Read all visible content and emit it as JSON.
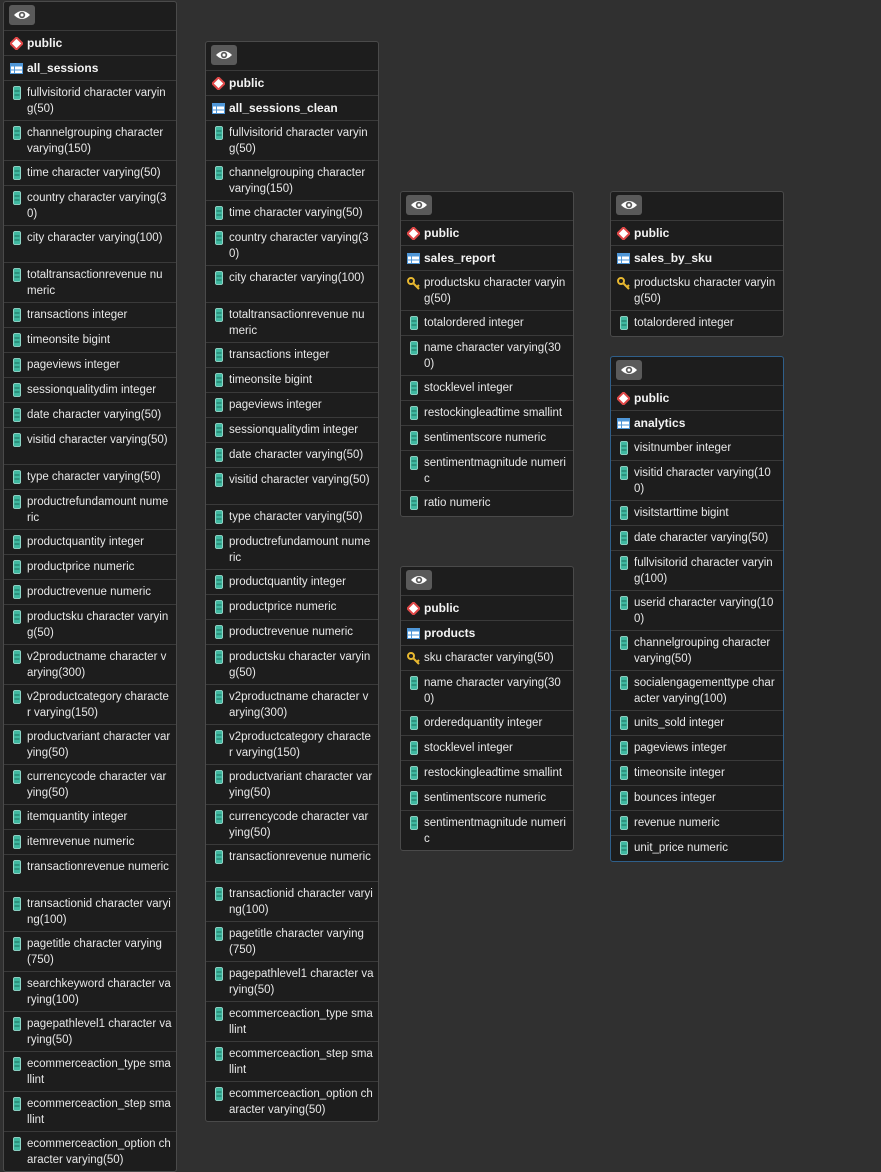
{
  "tables": [
    {
      "schema": "public",
      "name": "all_sessions",
      "columns": [
        {
          "text": "fullvisitorid character varying(50)",
          "icon": "column"
        },
        {
          "text": "channelgrouping character varying(150)",
          "icon": "column"
        },
        {
          "text": "time character varying(50)",
          "icon": "column"
        },
        {
          "text": "country character varying(30)",
          "icon": "column"
        },
        {
          "text": "city character varying(100)",
          "icon": "column"
        },
        {
          "text": "totaltransactionrevenue numeric",
          "icon": "column"
        },
        {
          "text": "transactions integer",
          "icon": "column"
        },
        {
          "text": "timeonsite bigint",
          "icon": "column"
        },
        {
          "text": "pageviews integer",
          "icon": "column"
        },
        {
          "text": "sessionqualitydim integer",
          "icon": "column"
        },
        {
          "text": "date character varying(50)",
          "icon": "column"
        },
        {
          "text": "visitid character varying(50)",
          "icon": "column"
        },
        {
          "text": "type character varying(50)",
          "icon": "column"
        },
        {
          "text": "productrefundamount numeric",
          "icon": "column"
        },
        {
          "text": "productquantity integer",
          "icon": "column"
        },
        {
          "text": "productprice numeric",
          "icon": "column"
        },
        {
          "text": "productrevenue numeric",
          "icon": "column"
        },
        {
          "text": "productsku character varying(50)",
          "icon": "column"
        },
        {
          "text": "v2productname character varying(300)",
          "icon": "column"
        },
        {
          "text": "v2productcategory character varying(150)",
          "icon": "column"
        },
        {
          "text": "productvariant character varying(50)",
          "icon": "column"
        },
        {
          "text": "currencycode character varying(50)",
          "icon": "column"
        },
        {
          "text": "itemquantity integer",
          "icon": "column"
        },
        {
          "text": "itemrevenue numeric",
          "icon": "column"
        },
        {
          "text": "transactionrevenue numeric",
          "icon": "column"
        },
        {
          "text": "transactionid character varying(100)",
          "icon": "column"
        },
        {
          "text": "pagetitle character varying(750)",
          "icon": "column"
        },
        {
          "text": "searchkeyword character varying(100)",
          "icon": "column"
        },
        {
          "text": "pagepathlevel1 character varying(50)",
          "icon": "column"
        },
        {
          "text": "ecommerceaction_type smallint",
          "icon": "column"
        },
        {
          "text": "ecommerceaction_step smallint",
          "icon": "column"
        },
        {
          "text": "ecommerceaction_option character varying(50)",
          "icon": "column"
        }
      ]
    },
    {
      "schema": "public",
      "name": "all_sessions_clean",
      "columns": [
        {
          "text": "fullvisitorid character varying(50)",
          "icon": "column"
        },
        {
          "text": "channelgrouping character varying(150)",
          "icon": "column"
        },
        {
          "text": "time character varying(50)",
          "icon": "column"
        },
        {
          "text": "country character varying(30)",
          "icon": "column"
        },
        {
          "text": "city character varying(100)",
          "icon": "column"
        },
        {
          "text": "totaltransactionrevenue numeric",
          "icon": "column"
        },
        {
          "text": "transactions integer",
          "icon": "column"
        },
        {
          "text": "timeonsite bigint",
          "icon": "column"
        },
        {
          "text": "pageviews integer",
          "icon": "column"
        },
        {
          "text": "sessionqualitydim integer",
          "icon": "column"
        },
        {
          "text": "date character varying(50)",
          "icon": "column"
        },
        {
          "text": "visitid character varying(50)",
          "icon": "column"
        },
        {
          "text": "type character varying(50)",
          "icon": "column"
        },
        {
          "text": "productrefundamount numeric",
          "icon": "column"
        },
        {
          "text": "productquantity integer",
          "icon": "column"
        },
        {
          "text": "productprice numeric",
          "icon": "column"
        },
        {
          "text": "productrevenue numeric",
          "icon": "column"
        },
        {
          "text": "productsku character varying(50)",
          "icon": "column"
        },
        {
          "text": "v2productname character varying(300)",
          "icon": "column"
        },
        {
          "text": "v2productcategory character varying(150)",
          "icon": "column"
        },
        {
          "text": "productvariant character varying(50)",
          "icon": "column"
        },
        {
          "text": "currencycode character varying(50)",
          "icon": "column"
        },
        {
          "text": "transactionrevenue numeric",
          "icon": "column"
        },
        {
          "text": "transactionid character varying(100)",
          "icon": "column"
        },
        {
          "text": "pagetitle character varying(750)",
          "icon": "column"
        },
        {
          "text": "pagepathlevel1 character varying(50)",
          "icon": "column"
        },
        {
          "text": "ecommerceaction_type smallint",
          "icon": "column"
        },
        {
          "text": "ecommerceaction_step smallint",
          "icon": "column"
        },
        {
          "text": "ecommerceaction_option character varying(50)",
          "icon": "column"
        }
      ]
    },
    {
      "schema": "public",
      "name": "sales_report",
      "columns": [
        {
          "text": "productsku character varying(50)",
          "icon": "key"
        },
        {
          "text": "totalordered integer",
          "icon": "column"
        },
        {
          "text": "name character varying(300)",
          "icon": "column"
        },
        {
          "text": "stocklevel integer",
          "icon": "column"
        },
        {
          "text": "restockingleadtime smallint",
          "icon": "column"
        },
        {
          "text": "sentimentscore numeric",
          "icon": "column"
        },
        {
          "text": "sentimentmagnitude numeric",
          "icon": "column"
        },
        {
          "text": "ratio numeric",
          "icon": "column"
        }
      ]
    },
    {
      "schema": "public",
      "name": "products",
      "columns": [
        {
          "text": "sku character varying(50)",
          "icon": "key"
        },
        {
          "text": "name character varying(300)",
          "icon": "column"
        },
        {
          "text": "orderedquantity integer",
          "icon": "column"
        },
        {
          "text": "stocklevel integer",
          "icon": "column"
        },
        {
          "text": "restockingleadtime smallint",
          "icon": "column"
        },
        {
          "text": "sentimentscore numeric",
          "icon": "column"
        },
        {
          "text": "sentimentmagnitude numeric",
          "icon": "column"
        }
      ]
    },
    {
      "schema": "public",
      "name": "sales_by_sku",
      "columns": [
        {
          "text": "productsku character varying(50)",
          "icon": "key"
        },
        {
          "text": "totalordered integer",
          "icon": "column"
        }
      ]
    },
    {
      "schema": "public",
      "name": "analytics",
      "columns": [
        {
          "text": "visitnumber integer",
          "icon": "column"
        },
        {
          "text": "visitid character varying(100)",
          "icon": "column"
        },
        {
          "text": "visitstarttime bigint",
          "icon": "column"
        },
        {
          "text": "date character varying(50)",
          "icon": "column"
        },
        {
          "text": "fullvisitorid character varying(100)",
          "icon": "column"
        },
        {
          "text": "userid character varying(100)",
          "icon": "column"
        },
        {
          "text": "channelgrouping character varying(50)",
          "icon": "column"
        },
        {
          "text": "socialengagementtype character varying(100)",
          "icon": "column"
        },
        {
          "text": "units_sold integer",
          "icon": "column"
        },
        {
          "text": "pageviews integer",
          "icon": "column"
        },
        {
          "text": "timeonsite integer",
          "icon": "column"
        },
        {
          "text": "bounces integer",
          "icon": "column"
        },
        {
          "text": "revenue numeric",
          "icon": "column"
        },
        {
          "text": "unit_price numeric",
          "icon": "column"
        }
      ]
    }
  ]
}
